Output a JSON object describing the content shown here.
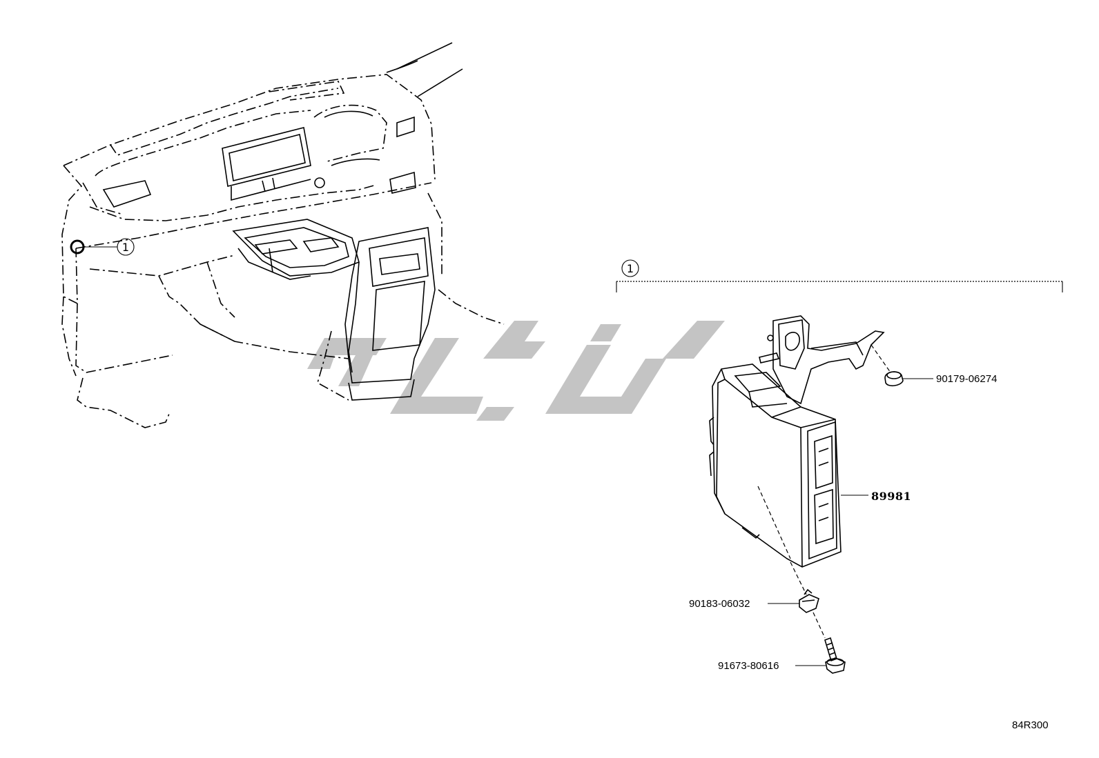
{
  "diagram": {
    "callout_number": "1",
    "parts": [
      {
        "id": "89981",
        "label": "89981"
      },
      {
        "id": "90179-06274",
        "label": "90179-06274"
      },
      {
        "id": "90183-06032",
        "label": "90183-06032"
      },
      {
        "id": "91673-80616",
        "label": "91673-80616"
      }
    ],
    "illustration_code": "84R300"
  },
  "colors": {
    "line": "#000000",
    "watermark": "#c4c4c4",
    "background": "#ffffff"
  },
  "icons": [
    "dashboard-illustration",
    "ecu-module-illustration",
    "bracket-illustration",
    "clip-icon",
    "nut-icon",
    "bolt-icon",
    "watermark-logo"
  ]
}
